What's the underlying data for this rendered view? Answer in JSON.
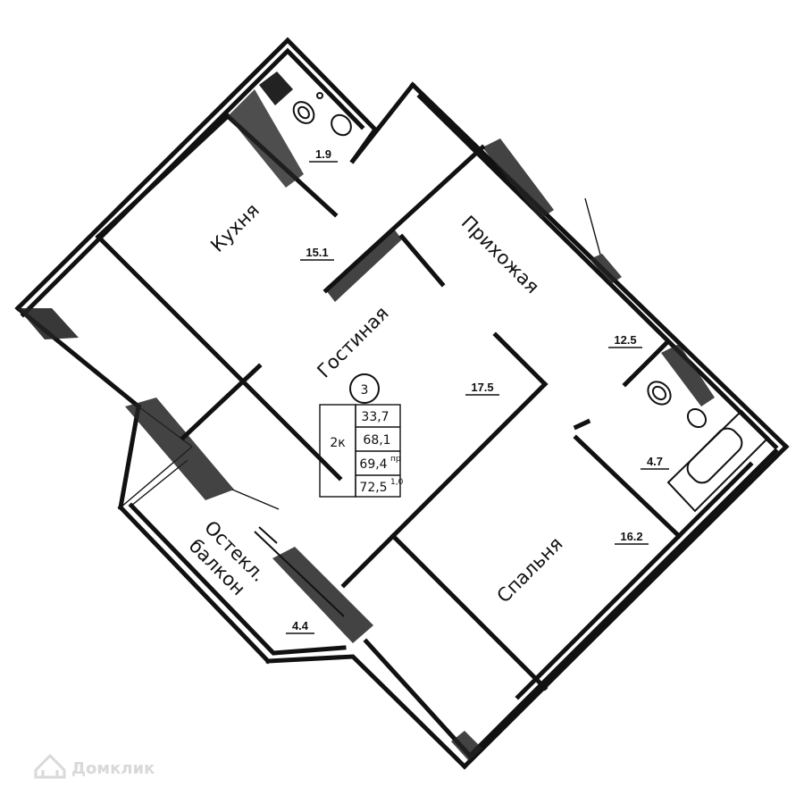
{
  "rooms": {
    "kitchen": {
      "label": "Кухня",
      "area": "15.1"
    },
    "bathroom_top": {
      "area": "1.9"
    },
    "hall": {
      "label": "Прихожая",
      "area": "12.5"
    },
    "living": {
      "label": "Гостиная",
      "area": "17.5"
    },
    "bathroom": {
      "area": "4.7"
    },
    "bedroom": {
      "label": "Спальня",
      "area": "16.2"
    },
    "balcony": {
      "label_line1": "Остекл.",
      "label_line2": "балкон",
      "area": "4.4"
    }
  },
  "info": {
    "floor": "3",
    "rooms": "2к",
    "living_area": "33,7",
    "total_area": "68,1",
    "reduced_area": "69,4",
    "reduced_area_sup": "пр",
    "full_area": "72,5",
    "full_area_sup": "1,0"
  },
  "watermark": {
    "brand": "Домклик"
  },
  "colors": {
    "ink": "#111111",
    "watermark": "#d9d9d9"
  }
}
